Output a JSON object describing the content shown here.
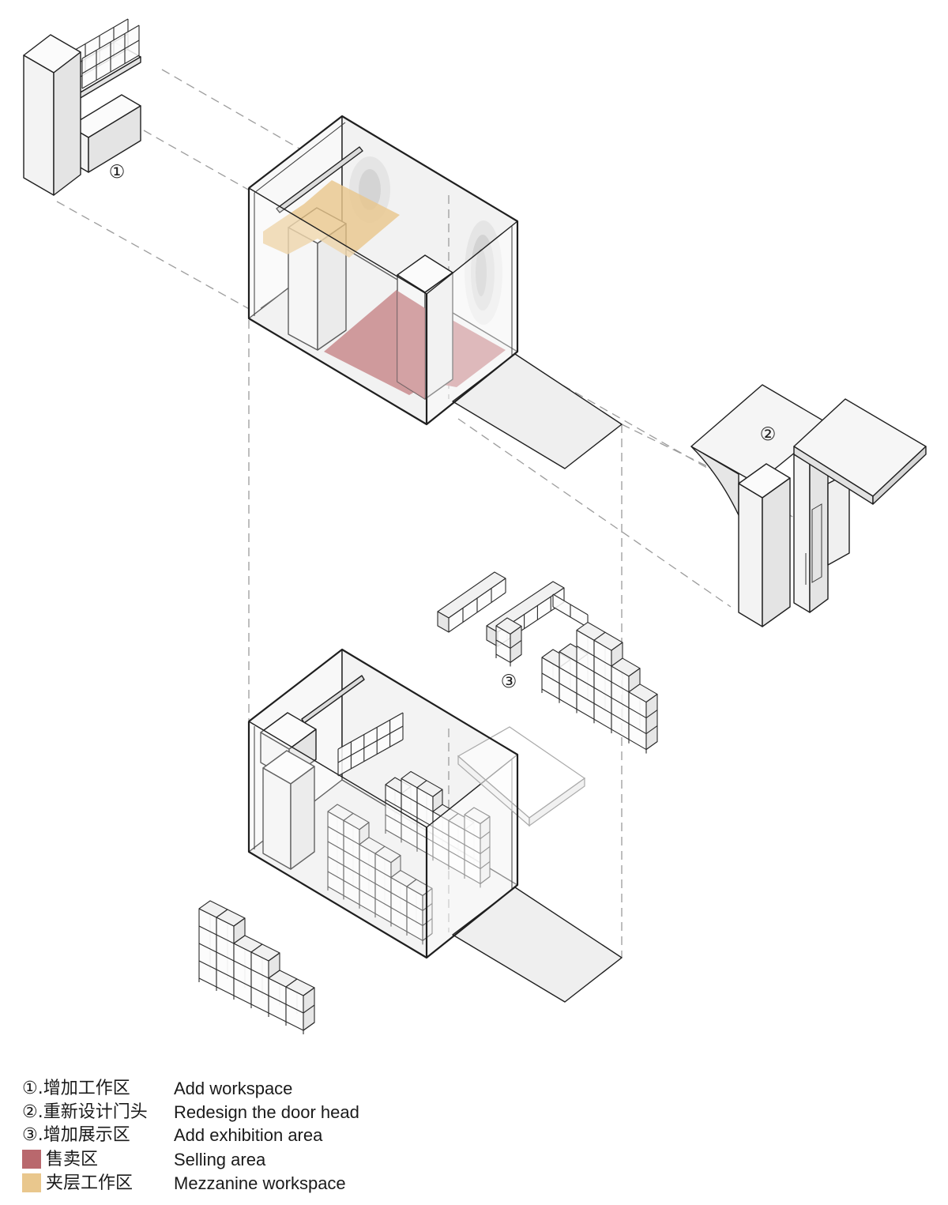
{
  "markers": {
    "workspace": "①",
    "door_head": "②",
    "exhibition": "③"
  },
  "legend": [
    {
      "cn": "①.增加工作区",
      "en": "Add workspace"
    },
    {
      "cn": "②.重新设计门头",
      "en": "Redesign the door head"
    },
    {
      "cn": "③.增加展示区",
      "en": "Add exhibition area"
    },
    {
      "cn": "售卖区",
      "en": "Selling area"
    },
    {
      "cn": "夹层工作区",
      "en": "Mezzanine workspace"
    }
  ],
  "colors": {
    "selling_area": "#b9686d",
    "mezzanine": "#e9c78d",
    "line": "#1f1f1f",
    "dashed": "#9c9c9c"
  }
}
